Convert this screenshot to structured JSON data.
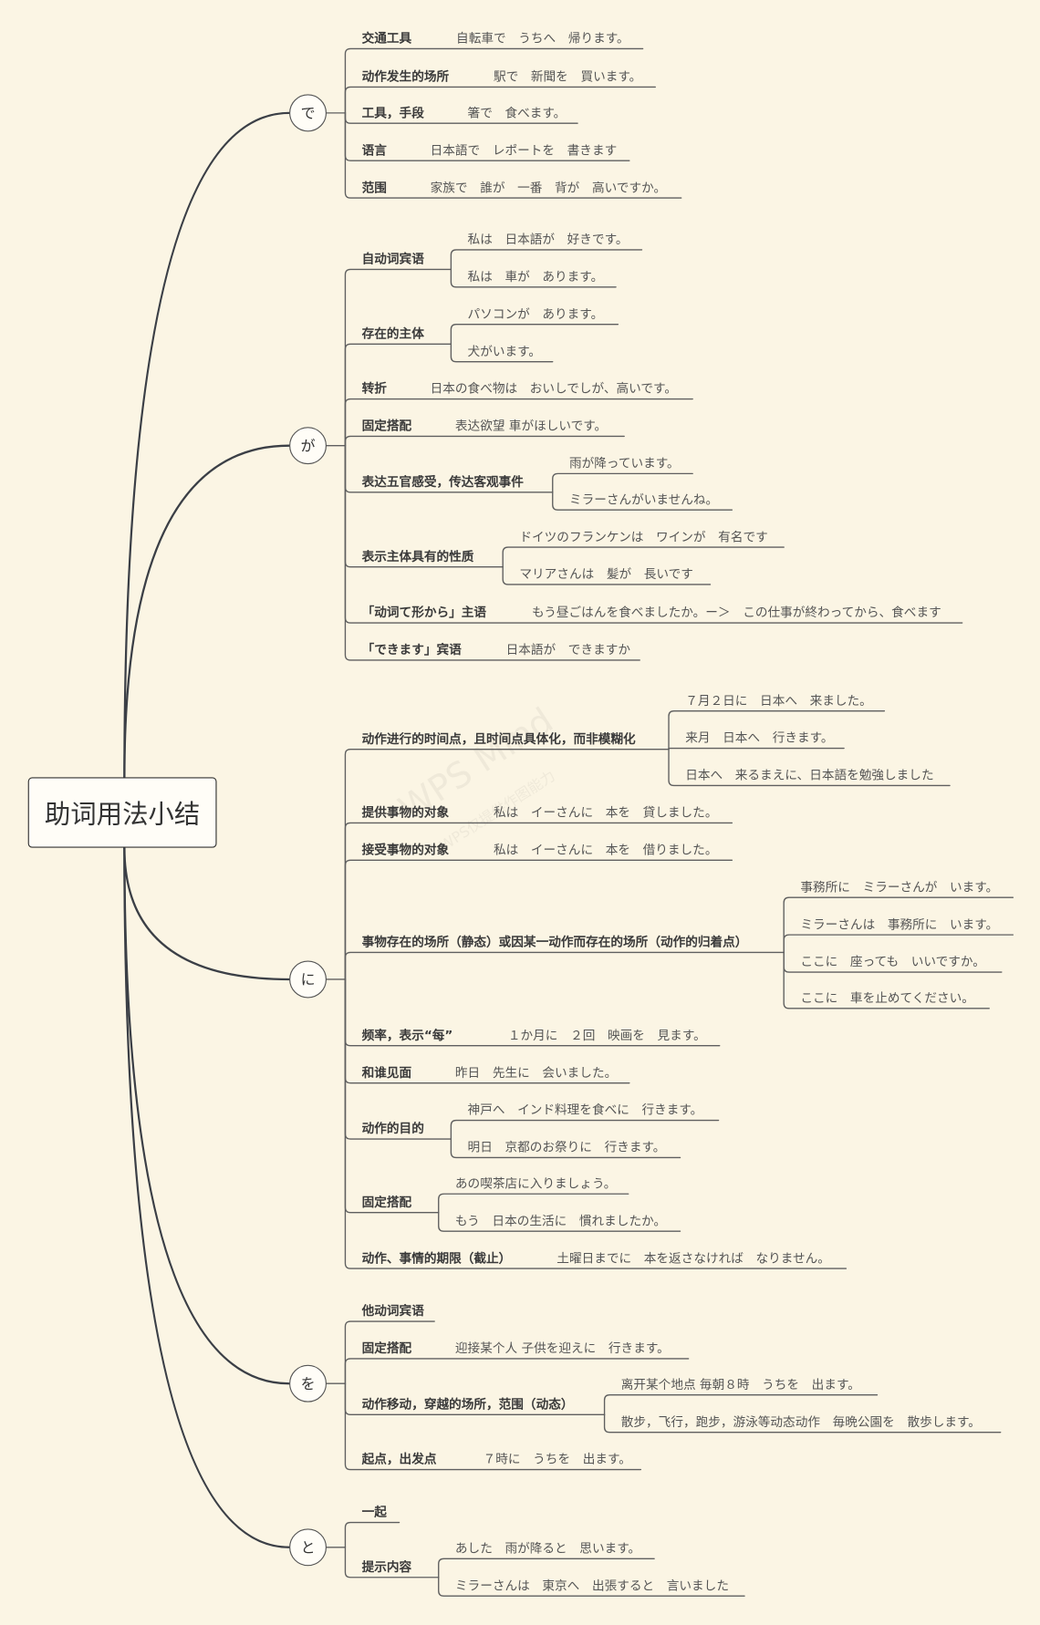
{
  "root": {
    "title": "助词用法小结"
  },
  "watermark": {
    "main": "WPS Mind",
    "sub": "WPS仅提供作图能力"
  },
  "colors": {
    "background": "#fbf5e4",
    "main_line": "#3b3f46",
    "branch_line": "#5f5f5f",
    "label_text": "#3a3a3a",
    "example_text": "#555555"
  },
  "branches": [
    {
      "particle": "で",
      "children": [
        {
          "label": "交通工具",
          "example": "自転車で　うちへ　帰ります。"
        },
        {
          "label": "动作发生的场所",
          "example": "駅で　新聞を　買います。"
        },
        {
          "label": "工具，手段",
          "example": "箸で　食べます。"
        },
        {
          "label": "语言",
          "example": "日本語で　レポートを　書きます"
        },
        {
          "label": "范围",
          "example": "家族で　誰が　一番　背が　高いですか。"
        }
      ]
    },
    {
      "particle": "が",
      "children": [
        {
          "label": "自动词宾语",
          "examples": [
            "私は　日本語が　好きです。",
            "私は　車が　あります。"
          ]
        },
        {
          "label": "存在的主体",
          "examples": [
            "パソコンが　あります。",
            "犬がいます。"
          ]
        },
        {
          "label": "转折",
          "example": "日本の食べ物は　おいしでしが、高いです。"
        },
        {
          "label": "固定搭配",
          "example": "表达欲望  車がほしいです。"
        },
        {
          "label": "表达五官感受，传达客观事件",
          "examples": [
            "雨が降っています。",
            "ミラーさんがいませんね。"
          ]
        },
        {
          "label": "表示主体具有的性质",
          "examples": [
            "ドイツのフランケンは　ワインが　有名です",
            "マリアさんは　髪が　長いです"
          ]
        },
        {
          "label": "「动词て形から」主语",
          "example": "もう昼ごはんを食べましたか。ー＞　この仕事が終わってから、食べます"
        },
        {
          "label": "「できます」宾语",
          "example": "日本語が　できますか"
        }
      ]
    },
    {
      "particle": "に",
      "children": [
        {
          "label": "动作进行的时间点，且时间点具体化，而非模糊化",
          "examples": [
            "７月２日に　日本へ　来ました。",
            "来月　日本へ　行きます。",
            "日本へ　来るまえに、日本語を勉強しました"
          ]
        },
        {
          "label": "提供事物的对象",
          "example": "私は　イーさんに　本を　貸しました。"
        },
        {
          "label": "接受事物的对象",
          "example": "私は　イーさんに　本を　借りました。"
        },
        {
          "label": "事物存在的场所（静态）或因某一动作而存在的场所（动作的归着点）",
          "examples": [
            "事務所に　ミラーさんが　います。",
            "ミラーさんは　事務所に　います。",
            "ここに　座っても　いいですか。",
            "ここに　車を止めてください。"
          ]
        },
        {
          "label": "频率，表示“每”",
          "example": "１か月に　２回　映画を　見ます。"
        },
        {
          "label": "和谁见面",
          "example": "昨日　先生に　会いました。"
        },
        {
          "label": "动作的目的",
          "examples": [
            "神戸へ　インド料理を食べに　行きます。",
            "明日　京都のお祭りに　行きます。"
          ]
        },
        {
          "label": "固定搭配",
          "examples": [
            "あの喫茶店に入りましょう。",
            "もう　日本の生活に　慣れましたか。"
          ]
        },
        {
          "label": "动作、事情的期限（截止）",
          "example": "土曜日までに　本を返さなければ　なりません。"
        }
      ]
    },
    {
      "particle": "を",
      "children": [
        {
          "label": "他动词宾语"
        },
        {
          "label": "固定搭配",
          "example": "迎接某个人  子供を迎えに　行きます。"
        },
        {
          "label": "动作移动，穿越的场所，范围（动态）",
          "examples": [
            "离开某个地点  毎朝８時　うちを　出ます。",
            "散步，飞行，跑步，游泳等动态动作　毎晩公園を　散歩します。"
          ]
        },
        {
          "label": "起点，出发点",
          "example": "７時に　うちを　出ます。"
        }
      ]
    },
    {
      "particle": "と",
      "children": [
        {
          "label": "一起"
        },
        {
          "label": "提示内容",
          "examples": [
            "あした　雨が降ると　思います。",
            "ミラーさんは　東京へ　出張すると　言いました"
          ]
        }
      ]
    }
  ]
}
